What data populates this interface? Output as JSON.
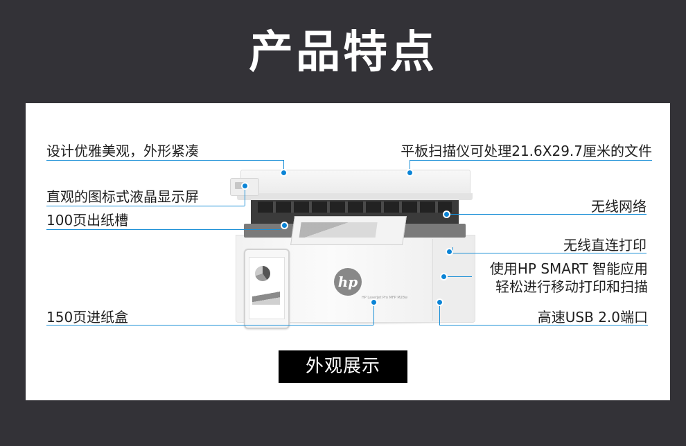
{
  "header": {
    "title": "产品特点"
  },
  "features": {
    "design": "设计优雅美观，外形紧凑",
    "flatbed": "平板扫描仪可处理21.6X29.7厘米的文件",
    "lcd": "直观的图标式液晶显示屏",
    "wireless_network": "无线网络",
    "output_tray": "100页出纸槽",
    "wireless_direct": "无线直连打印",
    "hp_smart_1": "使用HP SMART 智能应用",
    "hp_smart_2": "轻松进行移动打印和扫描",
    "input_tray": "150页进纸盒",
    "usb": "高速USB 2.0端口"
  },
  "printer": {
    "logo": "hp",
    "model": "HP LaserJet Pro MFP M28w"
  },
  "footer": {
    "button_label": "外观展示"
  },
  "colors": {
    "background": "#333237",
    "accent": "#1a8fd6",
    "button": "#000000"
  }
}
